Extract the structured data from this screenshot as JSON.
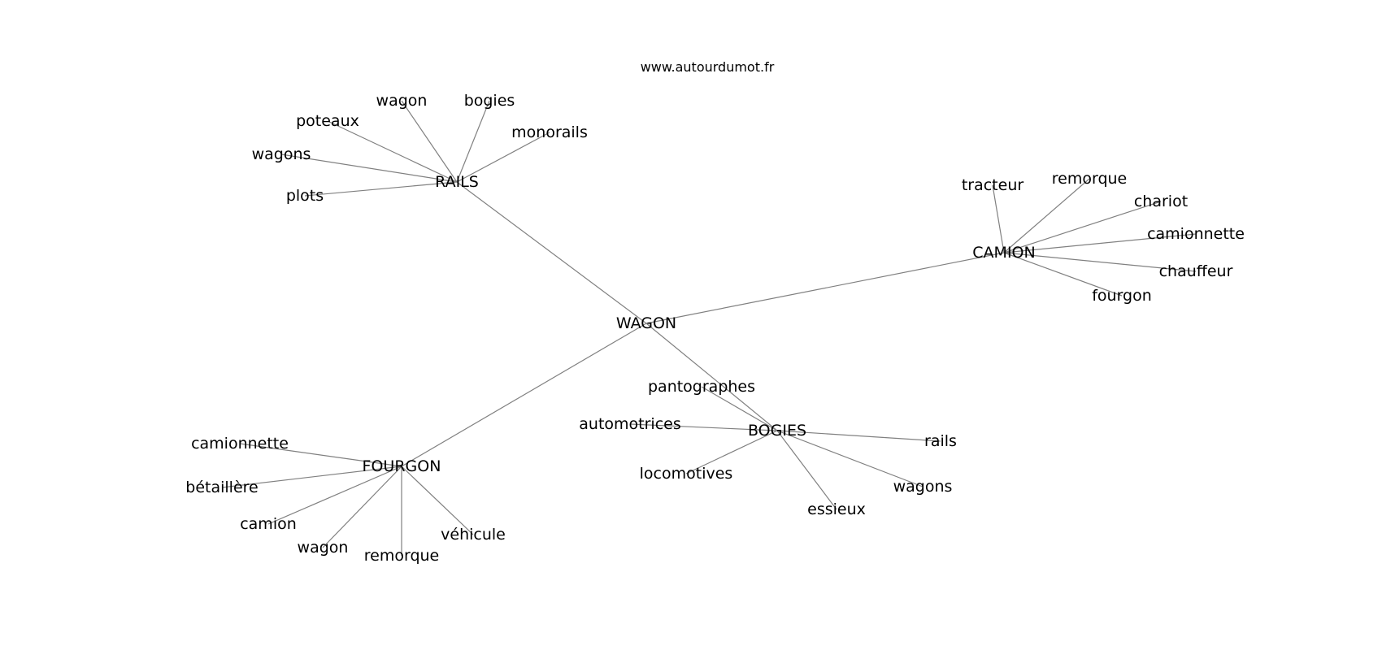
{
  "site": "www.autourdumot.fr",
  "center": "WAGON",
  "clusters": [
    {
      "hub": "RAILS",
      "words": [
        "wagon",
        "bogies",
        "monorails",
        "poteaux",
        "wagons",
        "plots"
      ]
    },
    {
      "hub": "CAMION",
      "words": [
        "tracteur",
        "remorque",
        "chariot",
        "camionnette",
        "chauffeur",
        "fourgon"
      ]
    },
    {
      "hub": "BOGIES",
      "words": [
        "pantographes",
        "automotrices",
        "locomotives",
        "rails",
        "wagons",
        "essieux"
      ]
    },
    {
      "hub": "FOURGON",
      "words": [
        "camionnette",
        "bétaillère",
        "camion",
        "wagon",
        "remorque",
        "véhicule"
      ]
    }
  ]
}
